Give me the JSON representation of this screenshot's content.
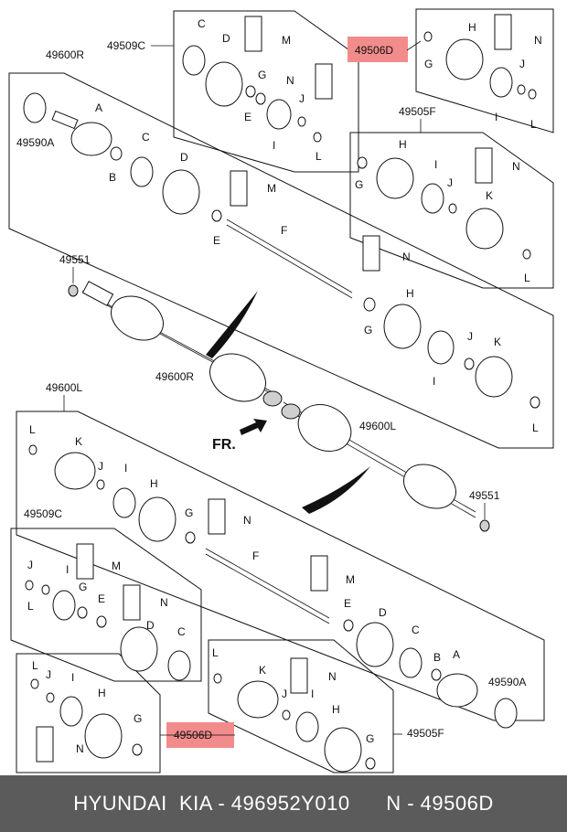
{
  "callouts": {
    "p49509c_top": "49509C",
    "p49600r_top": "49600R",
    "p49590a_left": "49590A",
    "p49506d_top": "49506D",
    "p49505f_top": "49505F",
    "p49551_top": "49551",
    "p49600r_mid": "49600R",
    "p49600l_left": "49600L",
    "p49600l_mid": "49600L",
    "p49551_bottom": "49551",
    "p49509c_bottom": "49509C",
    "p49590a_right": "49590A",
    "p49506d_bottom": "49506D",
    "p49505f_bottom": "49505F",
    "fr": "FR."
  },
  "letters": {
    "A": "A",
    "B": "B",
    "C": "C",
    "D": "D",
    "E": "E",
    "F": "F",
    "G": "G",
    "H": "H",
    "I": "I",
    "J": "J",
    "K": "K",
    "L": "L",
    "M": "M",
    "N": "N"
  },
  "highlight_color": "#f28b8b",
  "footer": {
    "text": "HYUNDAI  KIA - 496952Y010      N - 49506D"
  }
}
